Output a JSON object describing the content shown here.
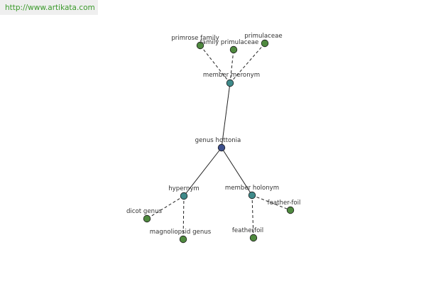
{
  "source_link": "http://www.artikata.com",
  "colors": {
    "center_node": "#3d4f8c",
    "relation_node": "#3f8a8a",
    "leaf_node": "#4f8a3f",
    "edge": "#222222",
    "label": "#333333",
    "link": "#3a9a2a"
  },
  "graph": {
    "center": {
      "label": "genus hottonia"
    },
    "relations": [
      {
        "key": "member_meronym",
        "label": "member meronym",
        "leaves": [
          {
            "label": "primrose family"
          },
          {
            "label": "family primulaceae"
          },
          {
            "label": "primulaceae"
          }
        ]
      },
      {
        "key": "hypernym",
        "label": "hypernym",
        "leaves": [
          {
            "label": "dicot genus"
          },
          {
            "label": "magnoliopsid genus"
          }
        ]
      },
      {
        "key": "member_holonym",
        "label": "member holonym",
        "leaves": [
          {
            "label": "featherfoil"
          },
          {
            "label": "feather-foil"
          }
        ]
      }
    ]
  }
}
